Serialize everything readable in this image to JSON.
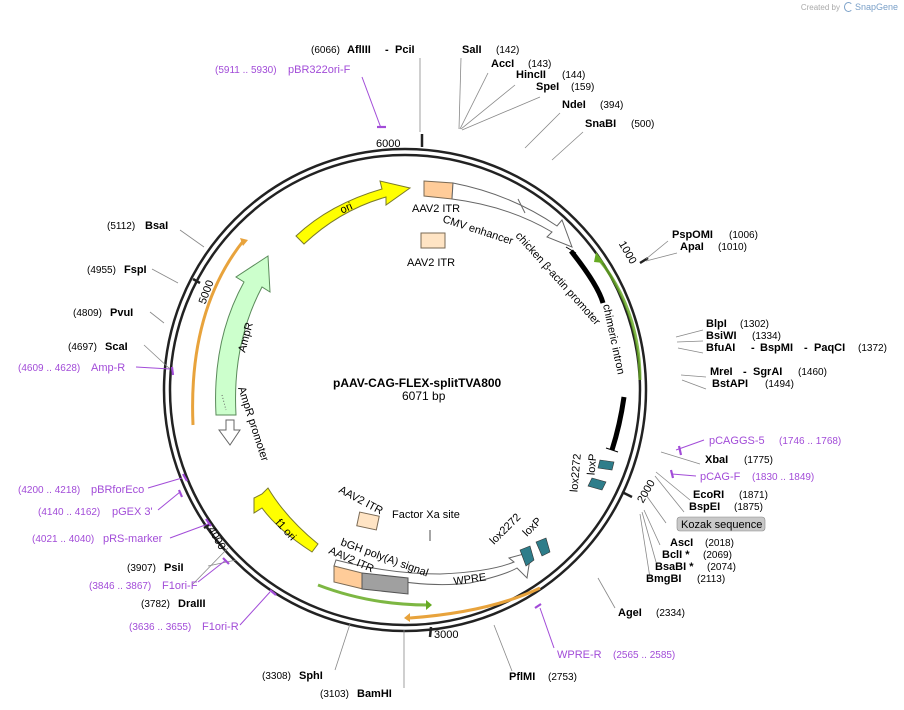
{
  "credit": {
    "prefix": "Created by",
    "brand": "SnapGene"
  },
  "plasmid": {
    "name": "pAAV-CAG-FLEX-splitTVA800",
    "size": "6071 bp"
  },
  "ticks": [
    "1000",
    "2000",
    "3000",
    "4000",
    "5000",
    "6000"
  ],
  "enzymes": [
    {
      "name": "AflIII",
      "name2": "PciI",
      "pos": "(6066)"
    },
    {
      "name": "SalI",
      "pos": "(142)"
    },
    {
      "name": "AccI",
      "pos": "(143)"
    },
    {
      "name": "HincII",
      "pos": "(144)"
    },
    {
      "name": "SpeI",
      "pos": "(159)"
    },
    {
      "name": "NdeI",
      "pos": "(394)"
    },
    {
      "name": "SnaBI",
      "pos": "(500)"
    },
    {
      "name": "PspOMI",
      "pos": "(1006)"
    },
    {
      "name": "ApaI",
      "pos": "(1010)"
    },
    {
      "name": "BlpI",
      "pos": "(1302)"
    },
    {
      "name": "BsiWI",
      "pos": "(1334)"
    },
    {
      "name": "BfuAI",
      "name2": "BspMI",
      "name3": "PaqCI",
      "pos": "(1372)"
    },
    {
      "name": "MreI",
      "name2": "SgrAI",
      "pos": "(1460)"
    },
    {
      "name": "BstAPI",
      "pos": "(1494)"
    },
    {
      "name": "XbaI",
      "pos": "(1775)"
    },
    {
      "name": "EcoRI",
      "pos": "(1871)"
    },
    {
      "name": "BspEI",
      "pos": "(1875)"
    },
    {
      "name": "AscI",
      "pos": "(2018)"
    },
    {
      "name": "BclI *",
      "pos": "(2069)"
    },
    {
      "name": "BsaBI *",
      "pos": "(2074)"
    },
    {
      "name": "BmgBI",
      "pos": "(2113)"
    },
    {
      "name": "AgeI",
      "pos": "(2334)"
    },
    {
      "name": "PflMI",
      "pos": "(2753)"
    },
    {
      "name": "BamHI",
      "pos": "(3103)"
    },
    {
      "name": "SphI",
      "pos": "(3308)"
    },
    {
      "name": "DraIII",
      "pos": "(3782)"
    },
    {
      "name": "PsiI",
      "pos": "(3907)"
    },
    {
      "name": "ScaI",
      "pos": "(4697)"
    },
    {
      "name": "PvuI",
      "pos": "(4809)"
    },
    {
      "name": "FspI",
      "pos": "(4955)"
    },
    {
      "name": "BsaI",
      "pos": "(5112)"
    }
  ],
  "primers": [
    {
      "name": "pBR322ori-F",
      "range": "(5911 .. 5930)"
    },
    {
      "name": "pCAGGS-5",
      "range": "(1746 .. 1768)"
    },
    {
      "name": "pCAG-F",
      "range": "(1830 .. 1849)"
    },
    {
      "name": "Amp-R",
      "range": "(4609 .. 4628)"
    },
    {
      "name": "pBRforEco",
      "range": "(4200 .. 4218)"
    },
    {
      "name": "pGEX 3'",
      "range": "(4140 .. 4162)"
    },
    {
      "name": "pRS-marker",
      "range": "(4021 .. 4040)"
    },
    {
      "name": "F1ori-F",
      "range": "(3846 .. 3867)"
    },
    {
      "name": "F1ori-R",
      "range": "(3636 .. 3655)"
    },
    {
      "name": "WPRE-R",
      "range": "(2565 .. 2585)"
    }
  ],
  "features": {
    "aav2_itr_top": "AAV2 ITR",
    "cmv_enhancer": "CMV enhancer",
    "chicken_actin": "chicken β-actin promoter",
    "aav2_itr_small": "AAV2 ITR",
    "chimeric_intron": "chimeric intron",
    "lox2272_a": "lox2272",
    "loxp_a": "loxP",
    "kozak": "Kozak sequence",
    "lox2272_b": "lox2272",
    "loxp_b": "loxP",
    "factor_xa": "Factor Xa site",
    "aav2_itr_inner": "AAV2 ITR",
    "bgh": "bGH poly(A) signal",
    "aav2_itr_bottom": "AAV2 ITR",
    "wpre": "WPRE",
    "f1_ori": "f1 ori",
    "ampr_promoter": "AmpR promoter",
    "ampr": "AmpR",
    "ori": "ori"
  },
  "colors": {
    "ori": "#ffff00",
    "f1_ori": "#ffff00",
    "ampr": "#ccffcc",
    "itr": "#ffcc99",
    "itr_light": "#ffe4c4",
    "bgh": "#a0a0a0",
    "lox": "#2e7d8a",
    "primer": "#a24cd8",
    "orange_arc": "#e8a33c",
    "green_arc": "#66aa22"
  }
}
